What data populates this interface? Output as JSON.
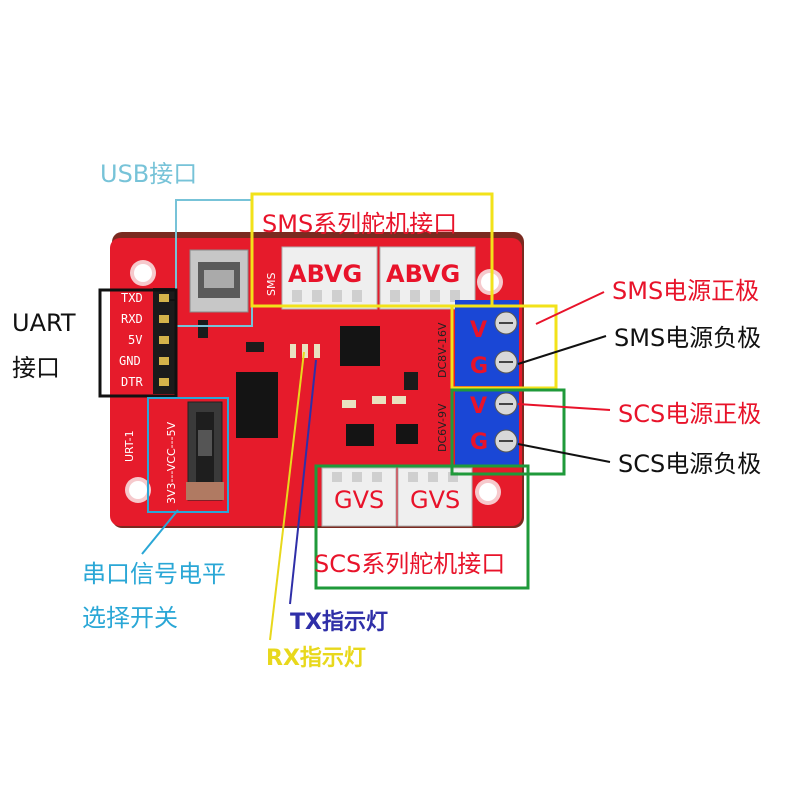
{
  "labels": {
    "usb": "USB接口",
    "sms_port": "SMS系列舵机接口",
    "uart_line1": "UART",
    "uart_line2": "接口",
    "sms_pos": "SMS电源正极",
    "sms_neg": "SMS电源负极",
    "scs_pos": "SCS电源正极",
    "scs_neg": "SCS电源负极",
    "switch_line1": "串口信号电平",
    "switch_line2": "选择开关",
    "scs_port": "SCS系列舵机接口",
    "tx_led": "TX指示灯",
    "rx_led": "RX指示灯"
  },
  "board": {
    "connector_sms_1": "ABVG",
    "connector_sms_2": "ABVG",
    "connector_scs_1": "GVS",
    "connector_scs_2": "GVS",
    "terminal_sms_v": "V",
    "terminal_sms_g": "G",
    "terminal_scs_v": "V",
    "terminal_scs_g": "G",
    "uart_pins": [
      "TXD",
      "RXD",
      "5V",
      "GND",
      "DTR"
    ],
    "silk_sms": "SMS",
    "silk_dc_sms": "DC8V-16V",
    "silk_dc_scs": "DC6V-9V",
    "silk_level": "3V3---VCC---5V",
    "silk_urt": "URT-1"
  },
  "colors": {
    "board": "#e61b2b",
    "usb_cyan": "#77c3d8",
    "annot_red": "#e8132a",
    "switch_cyan": "#2aa7d6",
    "tx_blue": "#2f2fa8",
    "rx_yellow": "#e8d81c",
    "yellow_box": "#f2e21a",
    "green_box": "#1f9a3a",
    "terminal_blue": "#1a47d6"
  }
}
